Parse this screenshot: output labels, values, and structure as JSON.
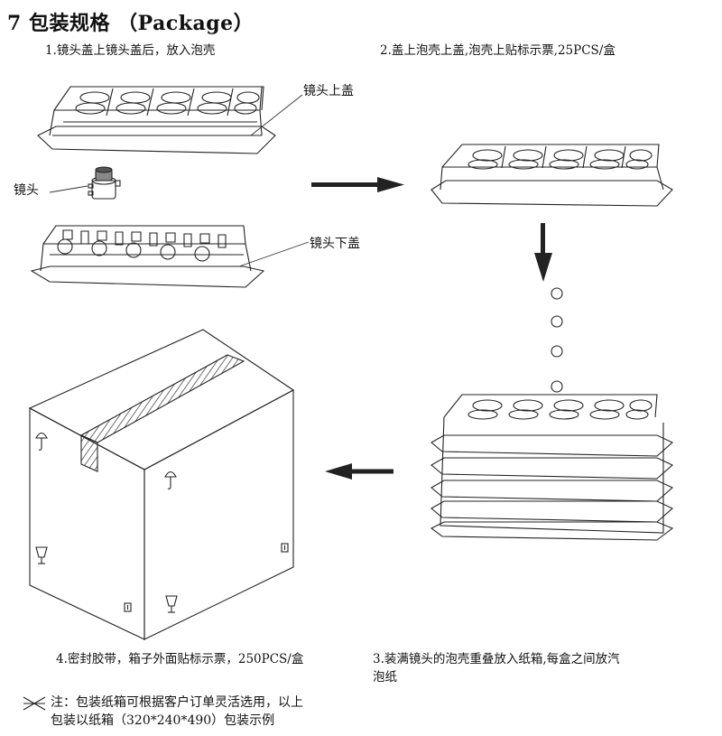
{
  "title": "7 包装规格 （Package）",
  "steps": {
    "step1": "1.镜头盖上镜头盖后，放入泡壳",
    "step2": "2.盖上泡壳上盖,泡壳上贴标示票,25PCS/盒",
    "step3_line1": "3.装满镜头的泡壳重叠放入纸箱,每盒之间放汽",
    "step3_line2": "泡纸",
    "step4": "4.密封胶带，箱子外面贴标示票，250PCS/盒"
  },
  "labels": {
    "upper_cover": "镜头上盖",
    "lens": "镜头",
    "lower_cover": "镜头下盖"
  },
  "note": {
    "line1": "注：包装纸箱可根据客户订单灵活选用，以上",
    "line2": "包装以纸箱（320*240*490）包装示例"
  },
  "icons": [
    "arrow-right-icon",
    "arrow-down-icon",
    "arrow-left-icon",
    "umbrella-icon",
    "glass-icon",
    "this-side-up-icon",
    "note-marker-icon"
  ]
}
